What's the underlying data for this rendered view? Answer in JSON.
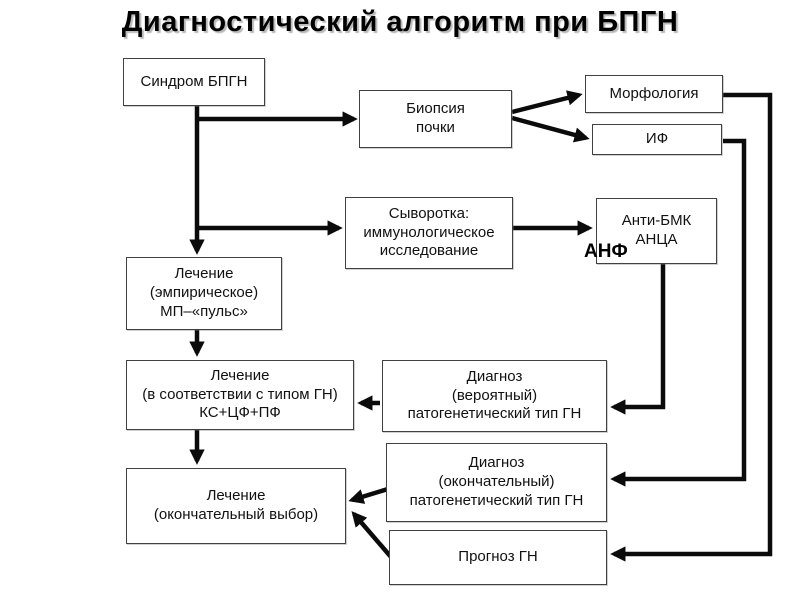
{
  "title": "Диагностический алгоритм при БПГН",
  "nodes": {
    "syndrome": {
      "label": "Синдром БПГН"
    },
    "biopsy": {
      "label": "Биопсия\nпочки"
    },
    "morphology": {
      "label": "Морфология"
    },
    "immunofluorescence": {
      "label": "ИФ"
    },
    "serum": {
      "label": "Сыворотка:\nиммунологическое\nисследование"
    },
    "anti_bmk": {
      "label": "Анти-БМК\nАНЦА"
    },
    "anf": {
      "label": "АНФ"
    },
    "treatment_empirical": {
      "label": "Лечение\n(эмпирическое)\nМП–«пульс»"
    },
    "treatment_by_type": {
      "label": "Лечение\n(в соответствии с типом ГН)\nКС+ЦФ+ПФ"
    },
    "diagnosis_probable": {
      "label": "Диагноз\n(вероятный)\nпатогенетический тип ГН"
    },
    "treatment_final": {
      "label": "Лечение\n(окончательный выбор)"
    },
    "diagnosis_final": {
      "label": "Диагноз\n(окончательный)\nпатогенетический тип ГН"
    },
    "prognosis": {
      "label": "Прогноз ГН"
    }
  },
  "edges": [
    {
      "from": "syndrome",
      "to": "biopsy"
    },
    {
      "from": "syndrome",
      "to": "serum"
    },
    {
      "from": "syndrome",
      "to": "treatment_empirical"
    },
    {
      "from": "biopsy",
      "to": "morphology"
    },
    {
      "from": "biopsy",
      "to": "immunofluorescence"
    },
    {
      "from": "serum",
      "to": "anti_bmk"
    },
    {
      "from": "anti_bmk",
      "to": "diagnosis_probable"
    },
    {
      "from": "morphology",
      "to": "prognosis"
    },
    {
      "from": "immunofluorescence",
      "to": "diagnosis_final"
    },
    {
      "from": "treatment_empirical",
      "to": "treatment_by_type"
    },
    {
      "from": "diagnosis_probable",
      "to": "treatment_by_type"
    },
    {
      "from": "treatment_by_type",
      "to": "treatment_final"
    },
    {
      "from": "diagnosis_final",
      "to": "treatment_final"
    },
    {
      "from": "prognosis",
      "to": "treatment_final"
    }
  ],
  "colors": {
    "background": "#ffffff",
    "line": "#0b0b0b",
    "box_border": "#414141",
    "text": "#111111"
  }
}
